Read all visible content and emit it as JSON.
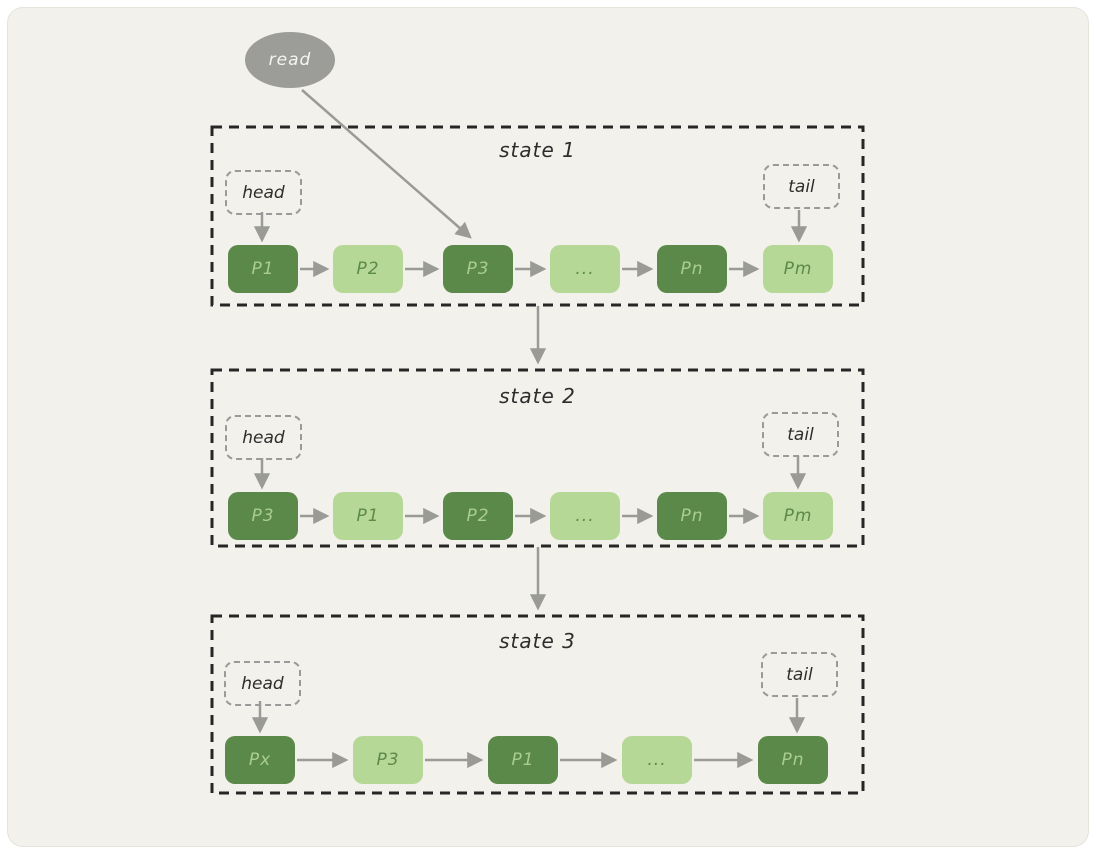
{
  "read_label": "read",
  "colors": {
    "canvas_background": "#f3f1eb",
    "node_dark": "#5b8949",
    "node_dark_text": "#a9cd8d",
    "node_light": "#b6d897",
    "node_light_text": "#5d8a4a",
    "arrow_gray": "#9a9a96",
    "read_ellipse_fill": "#9c9c99",
    "state_border": "#262626",
    "pointer_border": "#9a9a9a",
    "text_dark": "#2d2d2d"
  },
  "states": [
    {
      "title": "state 1",
      "head_label": "head",
      "tail_label": "tail",
      "nodes": [
        {
          "label": "P1",
          "variant": "dark"
        },
        {
          "label": "P2",
          "variant": "light"
        },
        {
          "label": "P3",
          "variant": "dark"
        },
        {
          "label": "...",
          "variant": "light"
        },
        {
          "label": "Pn",
          "variant": "dark"
        },
        {
          "label": "Pm",
          "variant": "light"
        }
      ]
    },
    {
      "title": "state 2",
      "head_label": "head",
      "tail_label": "tail",
      "nodes": [
        {
          "label": "P3",
          "variant": "dark"
        },
        {
          "label": "P1",
          "variant": "light"
        },
        {
          "label": "P2",
          "variant": "dark"
        },
        {
          "label": "...",
          "variant": "light"
        },
        {
          "label": "Pn",
          "variant": "dark"
        },
        {
          "label": "Pm",
          "variant": "light"
        }
      ]
    },
    {
      "title": "state 3",
      "head_label": "head",
      "tail_label": "tail",
      "nodes": [
        {
          "label": "Px",
          "variant": "dark"
        },
        {
          "label": "P3",
          "variant": "light"
        },
        {
          "label": "P1",
          "variant": "dark"
        },
        {
          "label": "...",
          "variant": "light"
        },
        {
          "label": "Pn",
          "variant": "dark"
        }
      ]
    }
  ]
}
